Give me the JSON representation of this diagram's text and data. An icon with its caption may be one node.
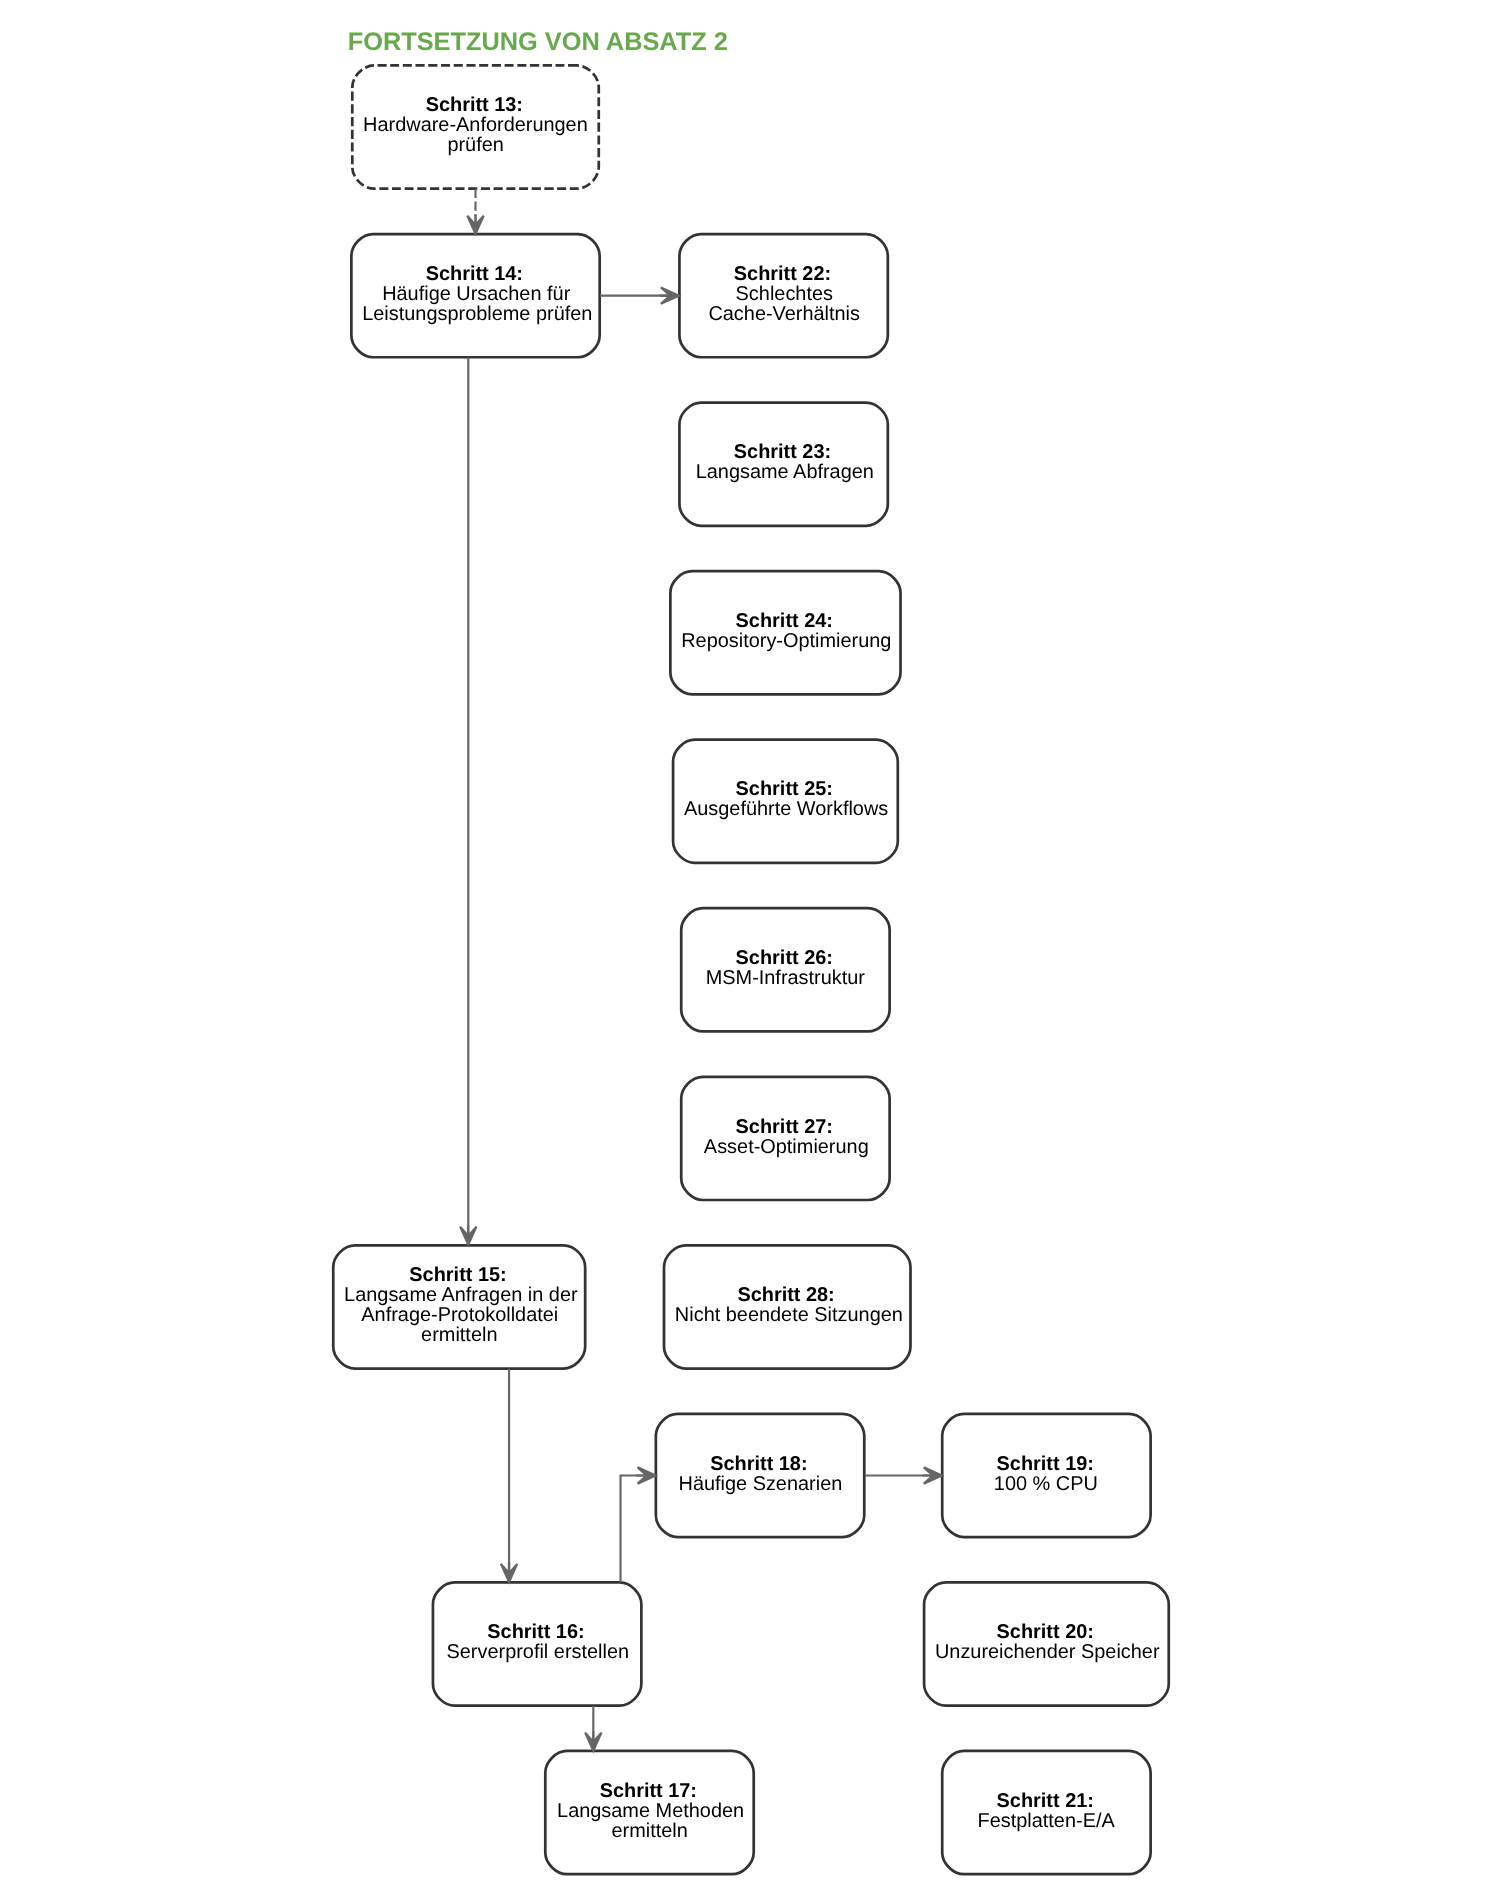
{
  "diagram": {
    "title": "FORTSETZUNG VON ABSATZ 2",
    "nodes": [
      {
        "text": [
          "Schritt 13:",
          "Hardware-Anforderungen prüfen"
        ]
      },
      {
        "text": [
          "Schritt 14:",
          "Häufige Ursachen für Leistungsprobleme prüfen"
        ]
      },
      {
        "text": [
          "Schritt 22:",
          "Schlechtes Cache-Verhältnis"
        ]
      },
      {
        "text": [
          "Schritt 23:",
          "Langsame Abfragen"
        ]
      },
      {
        "text": [
          "Schritt 24:",
          "Repository-Optimierung"
        ]
      },
      {
        "text": [
          "Schritt 25:",
          "Ausgeführte Workflows"
        ]
      },
      {
        "text": [
          "Schritt 26:",
          "MSM-Infrastruktur"
        ]
      },
      {
        "text": [
          "Schritt 27:",
          "Asset-Optimierung"
        ]
      },
      {
        "text": [
          "Schritt 28:",
          "Nicht beendete Sitzungen"
        ]
      },
      {
        "text": [
          "Schritt 15:",
          "Langsame Anfragen in der Anfrage-Protokolldatei ermitteln"
        ]
      },
      {
        "text": [
          "Schritt 18:",
          "Häufige Szenarien"
        ]
      },
      {
        "text": [
          "Schritt 19:",
          "100 % CPU"
        ]
      },
      {
        "text": [
          "Schritt 20:",
          "Unzureichender Speicher"
        ]
      },
      {
        "text": [
          "Schritt 16:",
          "Serverprofil erstellen"
        ]
      },
      {
        "text": [
          "Schritt 21:",
          "Festplatten-E/A"
        ]
      },
      {
        "text": [
          "Schritt 17:",
          "Langsame Methoden ermitteln"
        ]
      }
    ],
    "edges": [
      {
        "from": 0,
        "to": 1,
        "arrow": "to",
        "style": "dashed"
      },
      {
        "from": 1,
        "to": 2,
        "arrow": "to"
      },
      {
        "from": 1,
        "to": 9,
        "arrow": "to"
      },
      {
        "from": 9,
        "to": 13,
        "arrow": "to"
      },
      {
        "from": 13,
        "to": 10,
        "arrow": "to"
      },
      {
        "from": 13,
        "to": 15,
        "arrow": "to"
      },
      {
        "from": 10,
        "to": 11,
        "arrow": "to"
      }
    ]
  }
}
